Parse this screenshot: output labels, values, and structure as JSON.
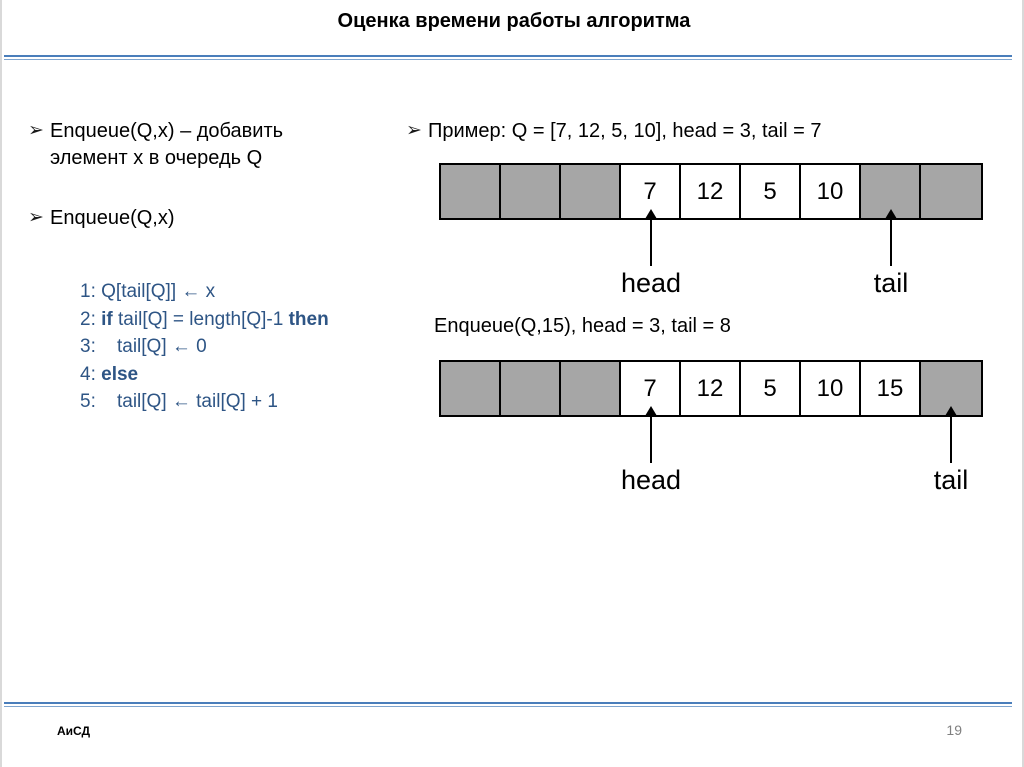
{
  "slide": {
    "title": "Оценка времени работы алгоритма",
    "accent_color": "#4a7ebb",
    "code_color": "#2e5585",
    "cell_gray": "#a6a6a6"
  },
  "left_column": {
    "bullet_glyph": "➢",
    "bullets": [
      {
        "text": "Enqueue(Q,x) – добавить\nэлемент x в очередь Q"
      },
      {
        "text": "Enqueue(Q,x)"
      }
    ],
    "pseudocode": [
      {
        "num": "1:",
        "plain_a": " Q[tail[Q]] ← x",
        "bold_a": "",
        "plain_b": "",
        "bold_b": ""
      },
      {
        "num": "2:",
        "plain_a": " ",
        "bold_a": "if",
        "plain_b": " tail[Q] = length[Q]-1 ",
        "bold_b": "then"
      },
      {
        "num": "3:",
        "plain_a": "    tail[Q] ← 0",
        "bold_a": "",
        "plain_b": "",
        "bold_b": ""
      },
      {
        "num": "4:",
        "plain_a": " ",
        "bold_a": "else",
        "plain_b": "",
        "bold_b": ""
      },
      {
        "num": "5:",
        "plain_a": "    tail[Q] ← tail[Q] + 1",
        "bold_a": "",
        "plain_b": "",
        "bold_b": ""
      }
    ]
  },
  "right_column": {
    "bullet_glyph": "➢",
    "example_heading": "Пример: Q = [7, 12, 5, 10], head  = 3, tail = 7",
    "caption_2": "Enqueue(Q,15), head  = 3, tail = 8",
    "diagram_1": {
      "cells": [
        {
          "value": "",
          "gray": true
        },
        {
          "value": "",
          "gray": true
        },
        {
          "value": "",
          "gray": true
        },
        {
          "value": "7",
          "gray": false
        },
        {
          "value": "12",
          "gray": false
        },
        {
          "value": "5",
          "gray": false
        },
        {
          "value": "10",
          "gray": false
        },
        {
          "value": "",
          "gray": true
        },
        {
          "value": "",
          "gray": true
        }
      ],
      "head_label": "head",
      "head_index": 3,
      "tail_label": "tail",
      "tail_index": 7
    },
    "diagram_2": {
      "cells": [
        {
          "value": "",
          "gray": true
        },
        {
          "value": "",
          "gray": true
        },
        {
          "value": "",
          "gray": true
        },
        {
          "value": "7",
          "gray": false
        },
        {
          "value": "12",
          "gray": false
        },
        {
          "value": "5",
          "gray": false
        },
        {
          "value": "10",
          "gray": false
        },
        {
          "value": "15",
          "gray": false
        },
        {
          "value": "",
          "gray": true
        }
      ],
      "head_label": "head",
      "head_index": 3,
      "tail_label": "tail",
      "tail_index": 8
    }
  },
  "footer": {
    "left_text": "АиСД",
    "page_number": "19"
  }
}
